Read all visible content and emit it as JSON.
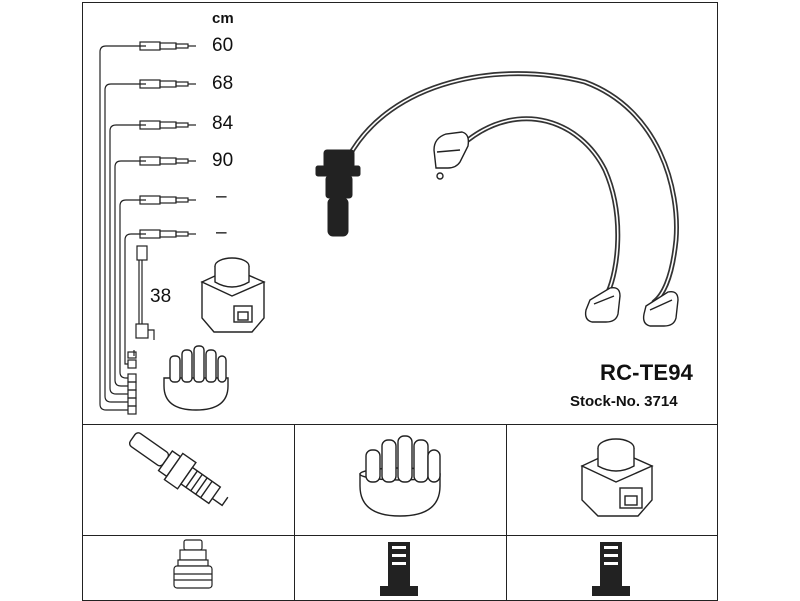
{
  "lengths": {
    "unit": "cm",
    "values": [
      "60",
      "68",
      "84",
      "90",
      "–",
      "–"
    ],
    "coil_lead": "38"
  },
  "product": {
    "model": "RC-TE94",
    "stock_label": "Stock-No. 3714"
  },
  "parts": [
    {
      "name": "spark-plug-icon"
    },
    {
      "name": "distributor-cap-icon"
    },
    {
      "name": "ignition-coil-icon"
    },
    {
      "name": "plug-connector-icon"
    },
    {
      "name": "cap-connector-icon"
    },
    {
      "name": "coil-connector-icon"
    }
  ],
  "colors": {
    "line": "#222222",
    "cable": "#333333"
  }
}
